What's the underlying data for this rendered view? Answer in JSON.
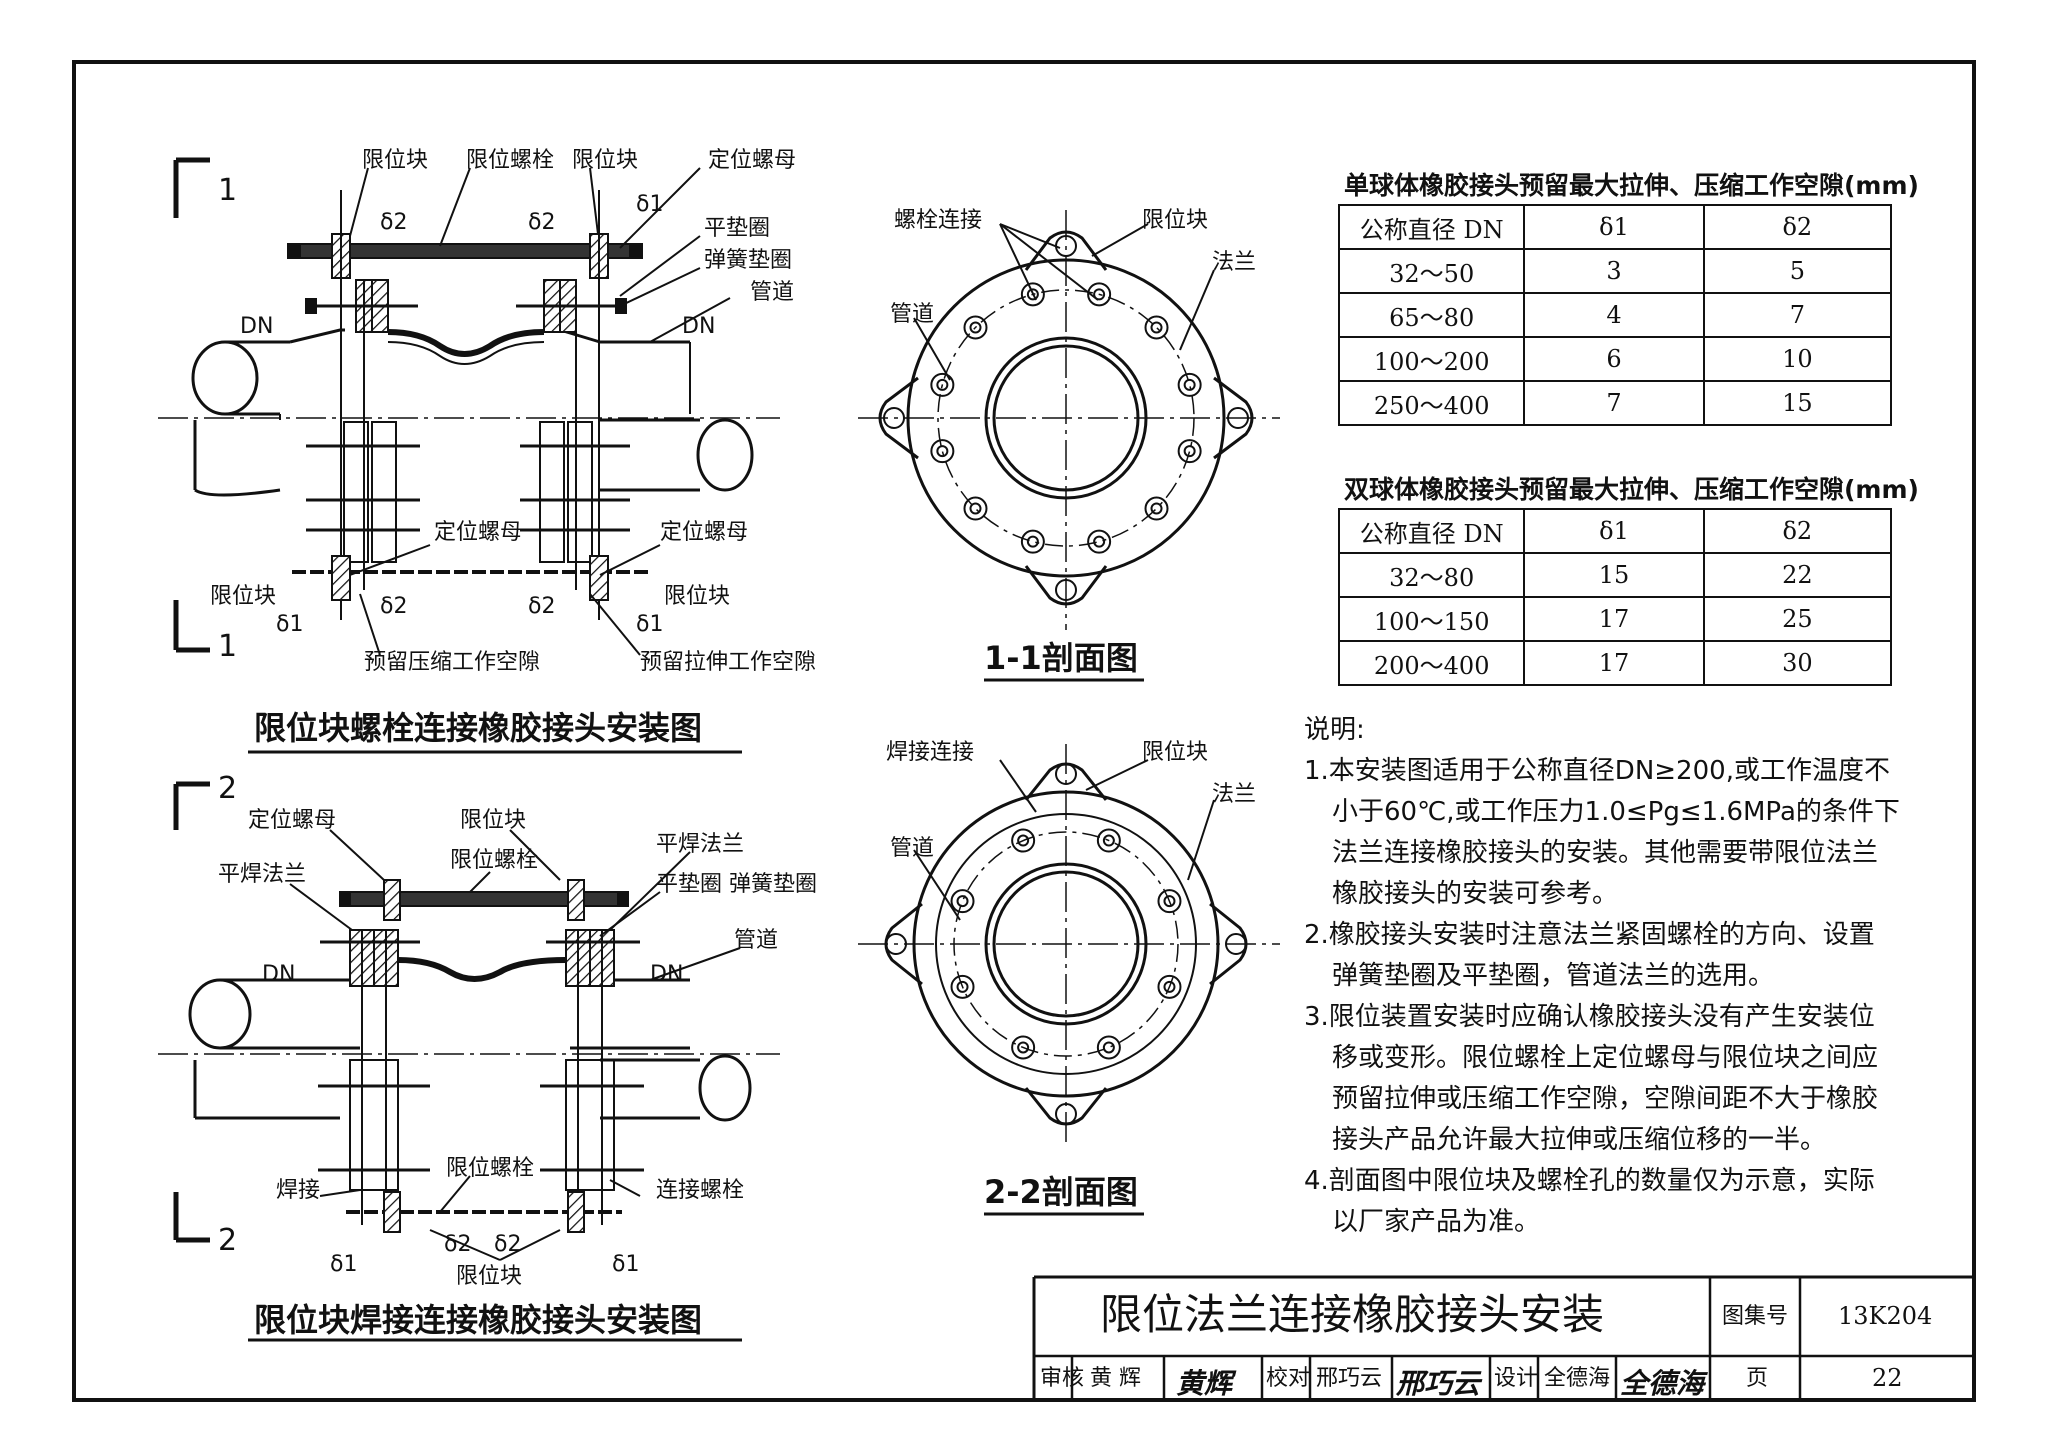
{
  "elevation1": {
    "cut_mark_top": "1",
    "cut_mark_bottom": "1",
    "labels": {
      "limit_block_tl": "限位块",
      "limit_bolt": "限位螺栓",
      "limit_block_tr": "限位块",
      "locating_nut_t": "定位螺母",
      "d2_tl": "δ2",
      "d2_tr": "δ2",
      "d1_tr": "δ1",
      "flat_washer": "平垫圈",
      "spring_washer": "弹簧垫圈",
      "pipe": "管道",
      "dn_left": "DN",
      "dn_right": "DN",
      "locating_nut_bl": "定位螺母",
      "locating_nut_br": "定位螺母",
      "limit_block_bl": "限位块",
      "limit_block_br": "限位块",
      "d1_bl": "δ1",
      "d2_bl": "δ2",
      "d2_br": "δ2",
      "d1_br": "δ1",
      "comp_gap": "预留压缩工作空隙",
      "ext_gap": "预留拉伸工作空隙"
    },
    "caption": "限位块螺栓连接橡胶接头安装图"
  },
  "elevation2": {
    "cut_mark_top": "2",
    "cut_mark_bottom": "2",
    "labels": {
      "locating_nut": "定位螺母",
      "limit_block_t": "限位块",
      "limit_bolt_t": "限位螺栓",
      "slip_flange_r": "平焊法兰",
      "slip_flange_l": "平焊法兰",
      "washers": "平垫圈 弹簧垫圈",
      "pipe": "管道",
      "dn_left": "DN",
      "dn_right": "DN",
      "limit_bolt_b": "限位螺栓",
      "weld": "焊接",
      "conn_bolt": "连接螺栓",
      "d1_l": "δ1",
      "d2_l": "δ2",
      "d2_r": "δ2",
      "d1_r": "δ1",
      "limit_block_b": "限位块"
    },
    "caption": "限位块焊接连接橡胶接头安装图"
  },
  "section1": {
    "labels": {
      "bolt_conn": "螺栓连接",
      "limit_block": "限位块",
      "flange": "法兰",
      "pipe": "管道"
    },
    "caption": "1-1剖面图"
  },
  "section2": {
    "labels": {
      "weld_conn": "焊接连接",
      "limit_block": "限位块",
      "flange": "法兰",
      "pipe": "管道"
    },
    "caption": "2-2剖面图"
  },
  "table_single": {
    "title": "单球体橡胶接头预留最大拉伸、压缩工作空隙(mm)",
    "headers": [
      "公称直径 DN",
      "δ1",
      "δ2"
    ],
    "rows": [
      [
        "32～50",
        "3",
        "5"
      ],
      [
        "65～80",
        "4",
        "7"
      ],
      [
        "100～200",
        "6",
        "10"
      ],
      [
        "250～400",
        "7",
        "15"
      ]
    ]
  },
  "table_double": {
    "title": "双球体橡胶接头预留最大拉伸、压缩工作空隙(mm)",
    "headers": [
      "公称直径 DN",
      "δ1",
      "δ2"
    ],
    "rows": [
      [
        "32～80",
        "15",
        "22"
      ],
      [
        "100～150",
        "17",
        "25"
      ],
      [
        "200～400",
        "17",
        "30"
      ]
    ]
  },
  "notes": {
    "heading": "说明:",
    "items": [
      [
        "1.本安装图适用于公称直径DN≥200,或工作温度不",
        "小于60℃,或工作压力1.0≤Pg≤1.6MPa的条件下",
        "法兰连接橡胶接头的安装。其他需要带限位法兰",
        "橡胶接头的安装可参考。"
      ],
      [
        "2.橡胶接头安装时注意法兰紧固螺栓的方向、设置",
        "弹簧垫圈及平垫圈，管道法兰的选用。"
      ],
      [
        "3.限位装置安装时应确认橡胶接头没有产生安装位",
        "移或变形。限位螺栓上定位螺母与限位块之间应",
        "预留拉伸或压缩工作空隙，空隙间距不大于橡胶",
        "接头产品允许最大拉伸或压缩位移的一半。"
      ],
      [
        "4.剖面图中限位块及螺栓孔的数量仅为示意，实际",
        "以厂家产品为准。"
      ]
    ]
  },
  "titleblock": {
    "title": "限位法兰连接橡胶接头安装",
    "atlas_label": "图集号",
    "atlas_no": "13K204",
    "review_label": "审核",
    "reviewer": "黄 辉",
    "reviewer_sig": "黄辉",
    "check_label": "校对",
    "checker": "邢巧云",
    "checker_sig": "邢巧云",
    "design_label": "设计",
    "designer": "全德海",
    "designer_sig": "全德海",
    "page_label": "页",
    "page_no": "22"
  }
}
